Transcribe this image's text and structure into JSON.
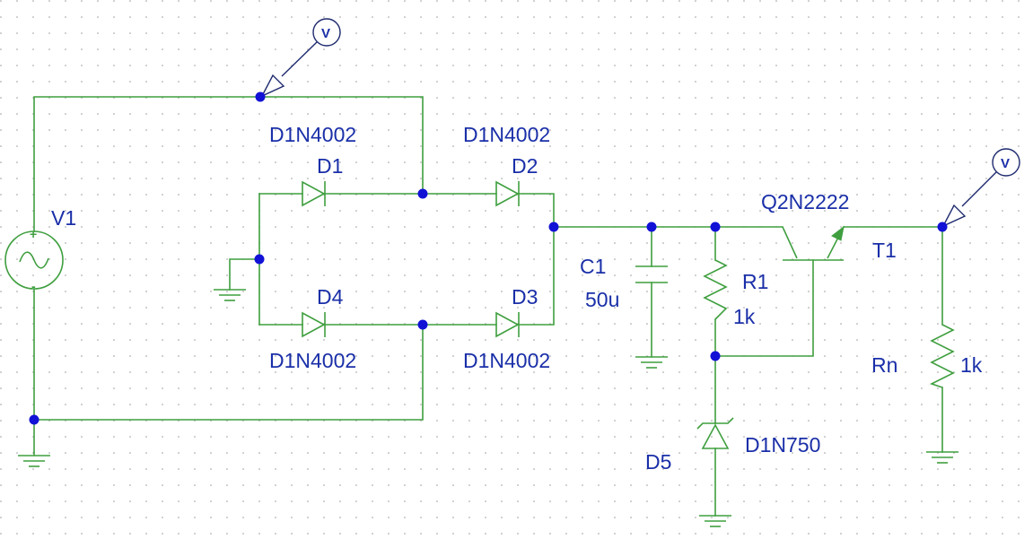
{
  "diagram": {
    "background_color": "#ffffff",
    "wire_color": "#3f9f3f",
    "label_color": "#1a2fa8",
    "junction_color": "#1212d6",
    "grid": "dotted",
    "components": {
      "v1": {
        "name": "V1",
        "type": "ac-voltage-source",
        "plus": "+",
        "minus": "-"
      },
      "d1": {
        "name": "D1",
        "model": "D1N4002",
        "type": "diode"
      },
      "d2": {
        "name": "D2",
        "model": "D1N4002",
        "type": "diode"
      },
      "d3": {
        "name": "D3",
        "model": "D1N4002",
        "type": "diode"
      },
      "d4": {
        "name": "D4",
        "model": "D1N4002",
        "type": "diode"
      },
      "c1": {
        "name": "C1",
        "value": "50u",
        "type": "capacitor"
      },
      "r1": {
        "name": "R1",
        "value": "1k",
        "type": "resistor"
      },
      "d5": {
        "name": "D5",
        "model": "D1N750",
        "type": "zener-diode"
      },
      "t1": {
        "name": "T1",
        "model": "Q2N2222",
        "type": "npn-transistor"
      },
      "rn": {
        "name": "Rn",
        "value": "1k",
        "type": "resistor"
      }
    },
    "probes": [
      {
        "label": "V",
        "type": "voltage-probe"
      },
      {
        "label": "V",
        "type": "voltage-probe"
      }
    ]
  }
}
